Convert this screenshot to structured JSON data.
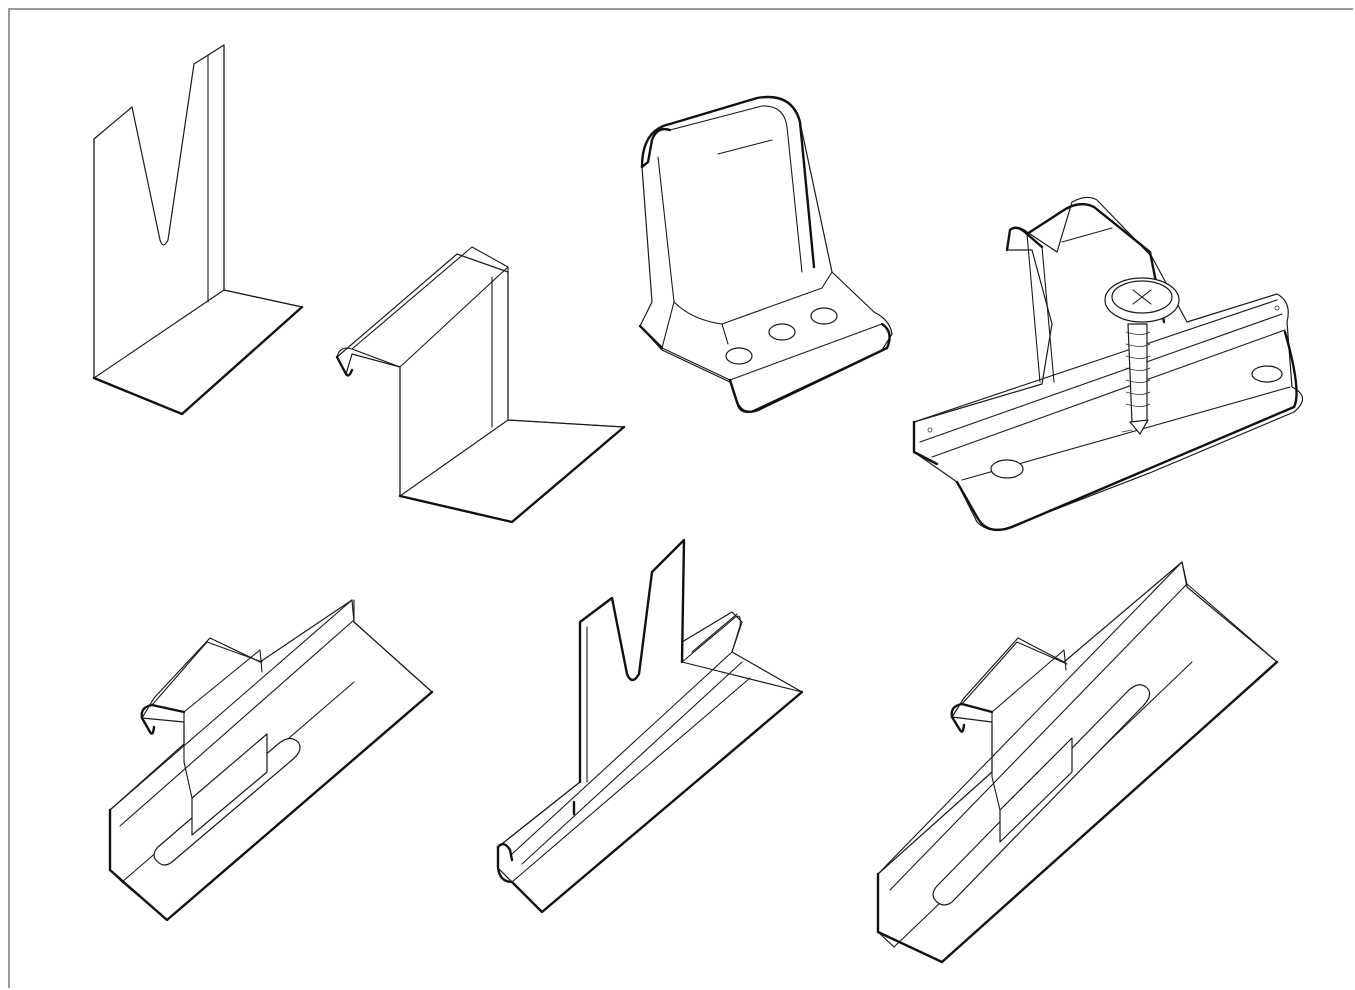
{
  "figure": {
    "background": "#ffffff",
    "line_color": "#1a1a1a",
    "border_color": "#9a9a9a",
    "parts": [
      {
        "name": "v-notch-angle-bracket",
        "row": 1,
        "col": 1
      },
      {
        "name": "hook-angle-bracket",
        "row": 1,
        "col": 2
      },
      {
        "name": "hook-clip-three-holes",
        "row": 1,
        "col": 3
      },
      {
        "name": "hook-clip-with-screw",
        "row": 1,
        "col": 4
      },
      {
        "name": "hook-slotted-channel",
        "row": 2,
        "col": 1
      },
      {
        "name": "v-notch-channel",
        "row": 2,
        "col": 2
      },
      {
        "name": "hook-slotted-channel-long",
        "row": 2,
        "col": 3
      }
    ]
  }
}
